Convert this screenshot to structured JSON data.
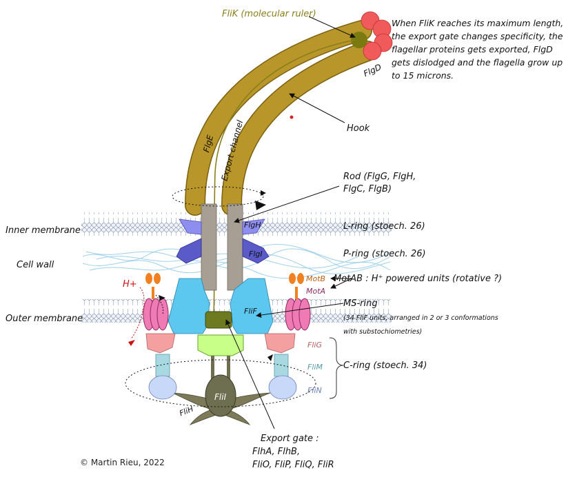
{
  "labels": {
    "flik": "FliK (molecular ruler)",
    "note": "When FliK reaches its maximum length, the export gate changes specificity, the flagellar proteins gets exported, FlgD gets dislodged and the flagella grow up to 15 microns.",
    "flgd": "FlgD",
    "flge": "FlgE",
    "export_channel": "Export channel",
    "hook": "Hook",
    "rod_line1": "Rod (FlgG, FlgH,",
    "rod_line2": "FlgC, FlgB)",
    "flgh": "FlgH",
    "flgi": "FlgI",
    "inner_membrane": "Inner membrane",
    "cell_wall": "Cell wall",
    "outer_membrane": "Outer membrane",
    "l_ring": "L-ring (stoech. 26)",
    "p_ring": "P-ring (stoech. 26)",
    "hplus": "H+",
    "motb": "MotB",
    "mota": "MotA",
    "motab": "MotAB : H⁺ powered units (rotative ?)",
    "flif": "FliF",
    "ms_ring": "MS-ring",
    "ms_detail1": "(34 FliF units, arranged in 2 or 3 conformations",
    "ms_detail2": "with substochiometries)",
    "flig": "FliG",
    "flim": "FliM",
    "flin": "FliN",
    "c_ring": "C-ring (stoech. 34)",
    "flii": "FliI",
    "flih": "FliH",
    "export_gate_1": "Export gate :",
    "export_gate_2": "FlhA, FlhB,",
    "export_gate_3": "FliO, FliP, FliQ, FliR",
    "copyright": "© Martin Rieu, 2022"
  },
  "colors": {
    "hook": "#b8962a",
    "flgd": "#f05a5a",
    "flik": "#8a7f1a",
    "rod": "#a89f94",
    "l_ring": "#8e8ef0",
    "p_ring": "#5a5ac8",
    "ms_ring": "#5cc8f0",
    "mota": "#f07ab4",
    "motb": "#f08020",
    "flig": "#f4a0a0",
    "flim": "#a8d8e0",
    "flin": "#c8d8f8",
    "export_gate": "#c8ff88",
    "flii": "#6e6e50",
    "membrane": "#b8c6dc",
    "cell_wall": "#b8e0f4",
    "hplus": "#cc1111"
  }
}
